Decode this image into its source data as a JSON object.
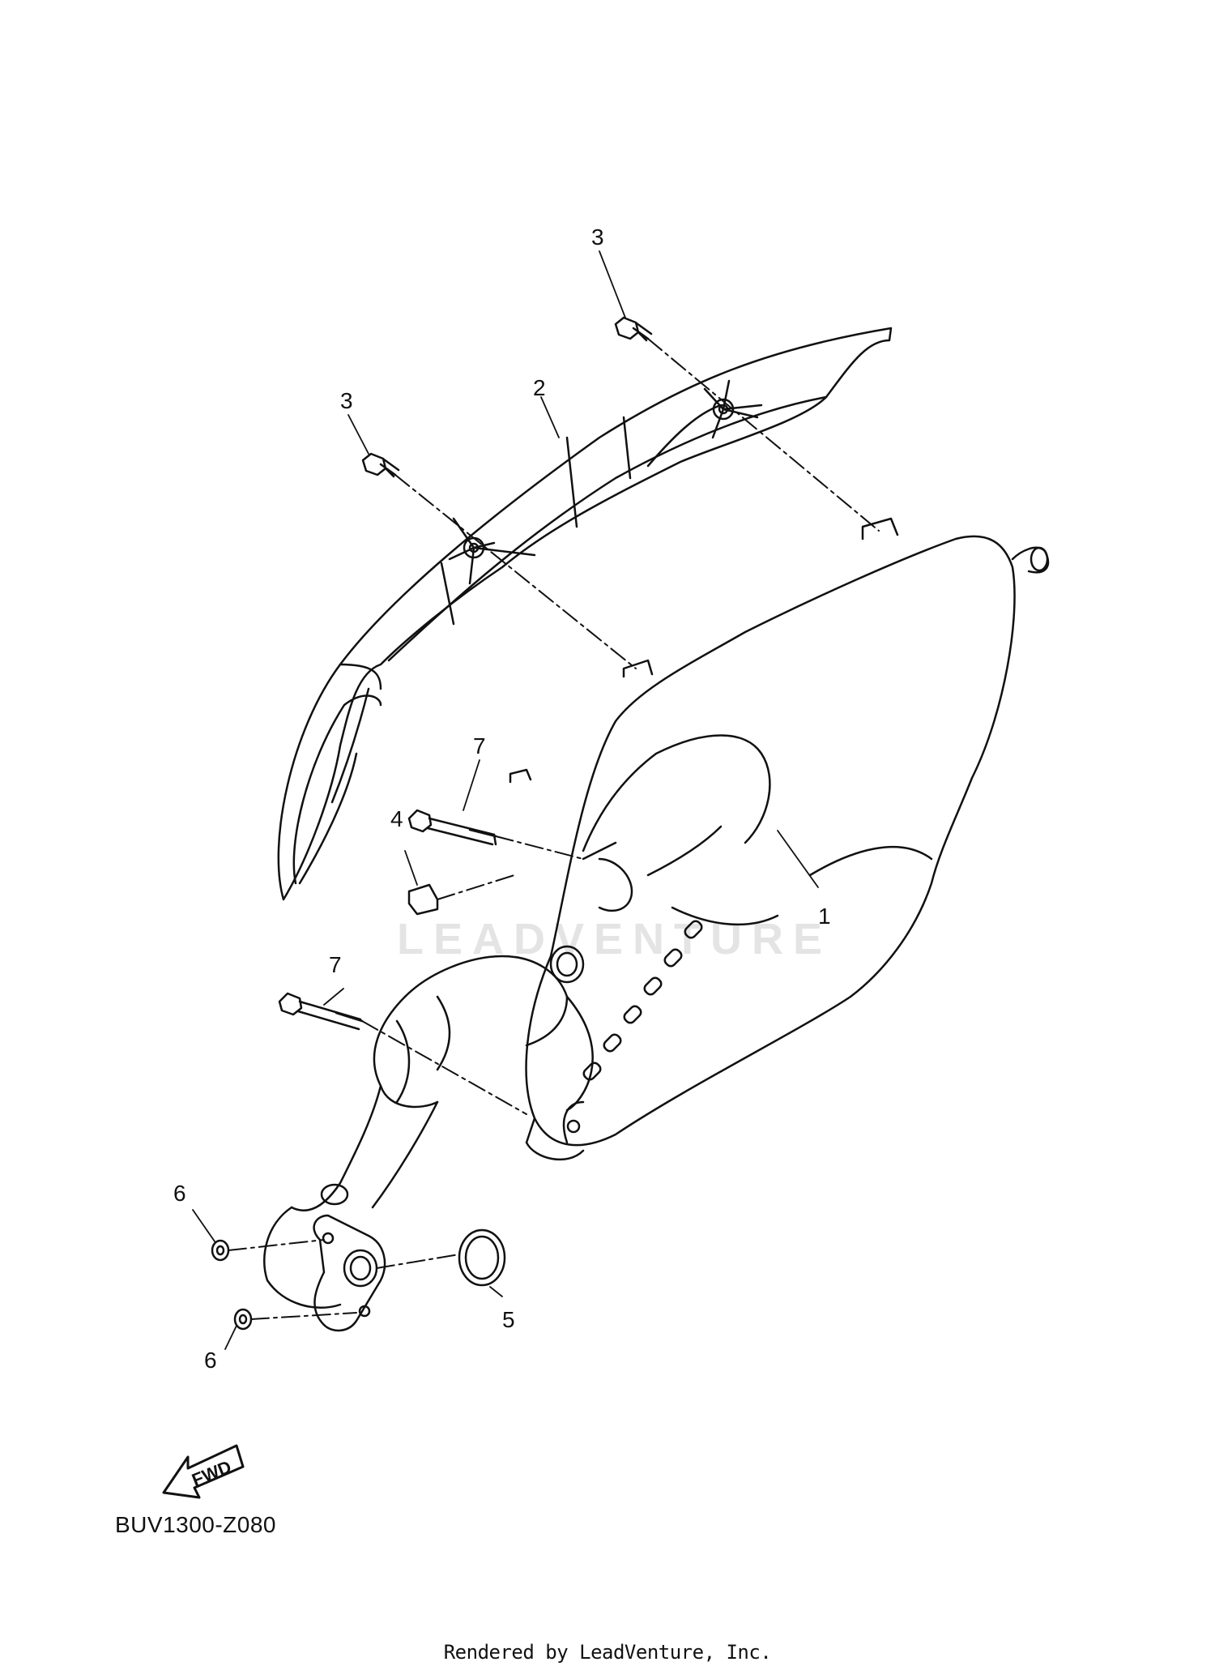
{
  "diagram": {
    "callouts": [
      {
        "id": "1",
        "label": "1"
      },
      {
        "id": "2",
        "label": "2"
      },
      {
        "id": "3a",
        "label": "3"
      },
      {
        "id": "3b",
        "label": "3"
      },
      {
        "id": "4",
        "label": "4"
      },
      {
        "id": "5",
        "label": "5"
      },
      {
        "id": "6a",
        "label": "6"
      },
      {
        "id": "6b",
        "label": "6"
      },
      {
        "id": "7a",
        "label": "7"
      },
      {
        "id": "7b",
        "label": "7"
      }
    ],
    "direction_badge": "FWD",
    "diagram_code": "BUV1300-Z080",
    "watermark": "LEADVENTURE",
    "render_credit": "Rendered by LeadVenture, Inc."
  }
}
